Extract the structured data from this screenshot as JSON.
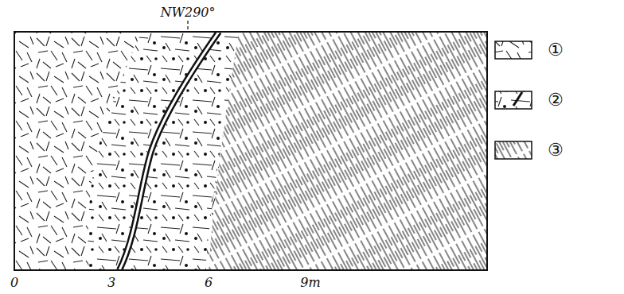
{
  "diagram": {
    "labels": [
      "NW290°",
      "0",
      "3",
      "6",
      "9m"
    ],
    "legend": [
      {
        "text": "①"
      },
      {
        "text": "②"
      },
      {
        "text": "③"
      }
    ]
  }
}
